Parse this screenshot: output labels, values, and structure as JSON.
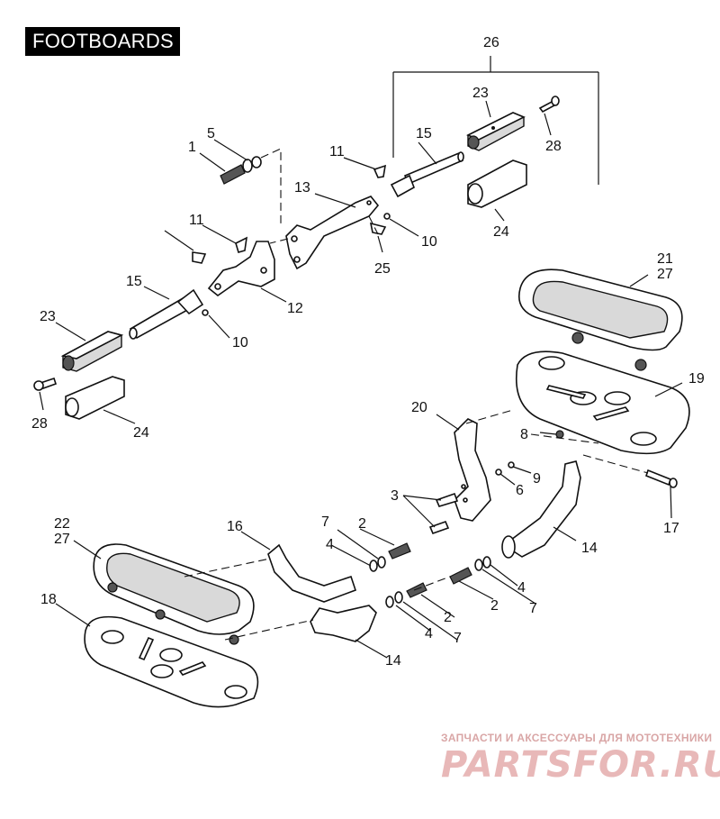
{
  "title": "FOOTBOARDS",
  "callouts": [
    "26",
    "23",
    "28",
    "15",
    "24",
    "5",
    "1",
    "11",
    "13",
    "10",
    "25",
    "11",
    "12",
    "15",
    "23",
    "10",
    "28",
    "24",
    "21",
    "27",
    "19",
    "20",
    "8",
    "9",
    "6",
    "3",
    "17",
    "14",
    "22",
    "27",
    "16",
    "7",
    "2",
    "4",
    "18",
    "7",
    "2",
    "4",
    "7",
    "2",
    "4",
    "14"
  ],
  "watermark": {
    "tagline": "ЗАПЧАСТИ И АКСЕССУАРЫ ДЛЯ МОТОТЕХНИКИ",
    "logo": "PARTSFOR.RU"
  },
  "colors": {
    "ink": "#111111",
    "watermark": "#e8b8b8",
    "title_bg": "#000000"
  }
}
